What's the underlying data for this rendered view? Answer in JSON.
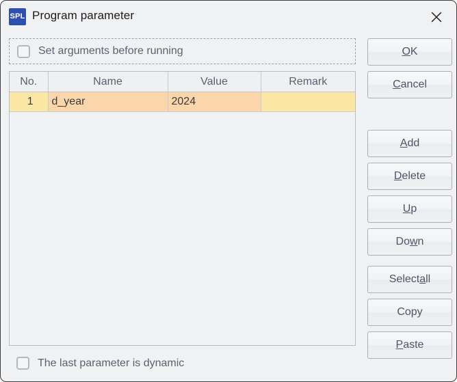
{
  "window": {
    "icon_label": "SPL",
    "icon_name": "spl-app-icon",
    "title": "Program parameter",
    "close_icon": "close-icon",
    "accent_color": "#2e4fb0",
    "background_color": "#f0f1f3",
    "border_color": "#3c3c3c"
  },
  "set_arguments": {
    "label": "Set arguments before running",
    "checked": false
  },
  "table": {
    "columns": [
      "No.",
      "Name",
      "Value",
      "Remark"
    ],
    "rows": [
      {
        "no": "1",
        "name": "d_year",
        "value": "2024",
        "remark": "",
        "selected": true
      }
    ],
    "row_colors": {
      "index_cell": "#fae7a6",
      "data_cell": "#fbd6ab",
      "remark_cell": "#fae7a6"
    },
    "header_background": "#eef0f2",
    "body_background": "#f1f2f4"
  },
  "buttons": {
    "ok": {
      "label": "OK",
      "mnemonic": "O"
    },
    "cancel": {
      "label": "Cancel",
      "mnemonic": "C"
    },
    "add": {
      "label": "Add",
      "mnemonic": "A"
    },
    "delete": {
      "label": "Delete",
      "mnemonic": "D"
    },
    "up": {
      "label": "Up",
      "mnemonic": "U"
    },
    "down": {
      "label": "Down",
      "mnemonic": "w"
    },
    "select_all": {
      "label": "Select all",
      "mnemonic": "a"
    },
    "copy": {
      "label": "Copy",
      "mnemonic": ""
    },
    "paste": {
      "label": "Paste",
      "mnemonic": "P"
    }
  },
  "last_parameter_dynamic": {
    "label": "The last parameter is dynamic",
    "checked": false
  }
}
